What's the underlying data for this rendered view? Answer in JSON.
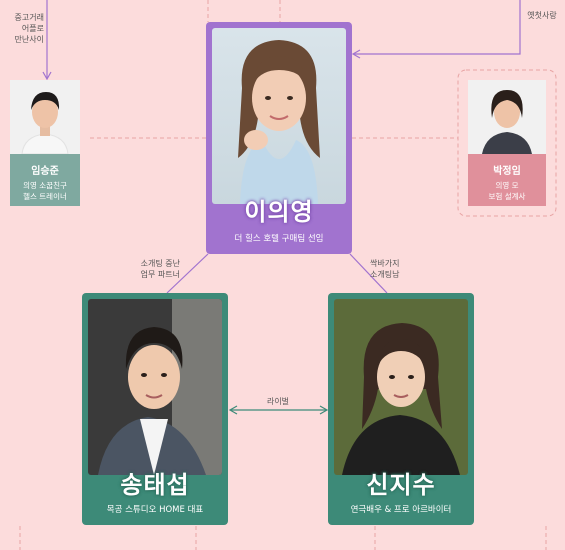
{
  "colors": {
    "background": "#fcdcdc",
    "lead_purple": "#a173cf",
    "teal": "#3d8a78",
    "side_green": "#7fa9a0",
    "side_pink": "#e0909b",
    "line_purple": "#a173cf",
    "line_pink": "#e8a5a5"
  },
  "notes": {
    "top_left": "중고거래\n어플로\n만난사이",
    "top_right": "옛첫사랑",
    "lee_to_song": "소개팅 중난\n업무 파트너",
    "lee_to_shin": "싹바가지\n소개팅남",
    "rival": "라이벌"
  },
  "characters": {
    "lim": {
      "name": "임승준",
      "desc": "의영 소꿉친구\n헬스 트레이너"
    },
    "park": {
      "name": "박정임",
      "desc": "의영 모\n보험 설계사"
    },
    "lee": {
      "name": "이의영",
      "desc": "더 힐스 호텔 구매팀 선임"
    },
    "song": {
      "name": "송태섭",
      "desc": "목공 스튜디오 HOME 대표"
    },
    "shin": {
      "name": "신지수",
      "desc": "연극배우 & 프로 아르바이터"
    }
  }
}
